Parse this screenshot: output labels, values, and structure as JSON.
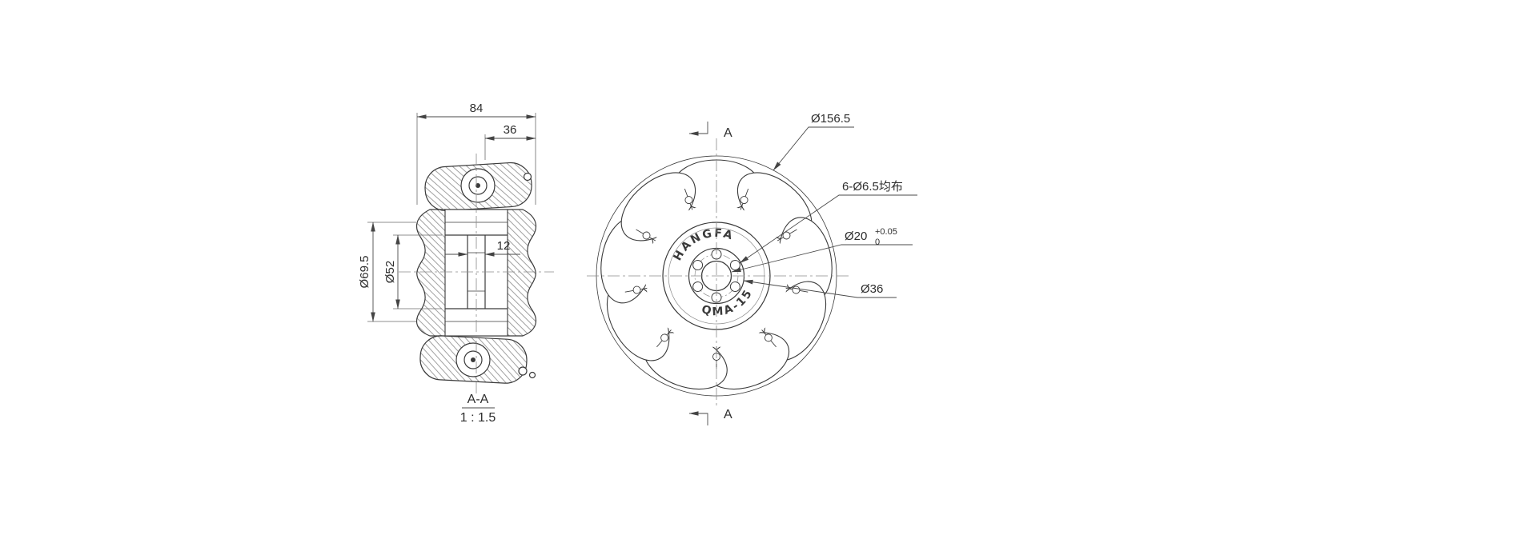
{
  "colors": {
    "background": "#ffffff",
    "line": "#3a3a3a",
    "dimension": "#444444"
  },
  "section_view": {
    "dim_overall_width": "84",
    "dim_hub_width": "36",
    "dim_web": "12",
    "dim_roller_dia": "Ø69.5",
    "dim_hub_dia": "Ø52",
    "view_label": "A-A",
    "view_scale": "1 : 1.5"
  },
  "front_view": {
    "dim_outer_dia": "Ø156.5",
    "dim_bolt_holes": "6-Ø6.5均布",
    "dim_bore": "Ø20",
    "dim_bore_tol_upper": "+0.05",
    "dim_bore_tol_lower": "0",
    "dim_boss_dia": "Ø36",
    "cut_label_top": "A",
    "cut_label_bottom": "A",
    "hub_brand": "HANGFA",
    "hub_model": "QMA-15"
  }
}
